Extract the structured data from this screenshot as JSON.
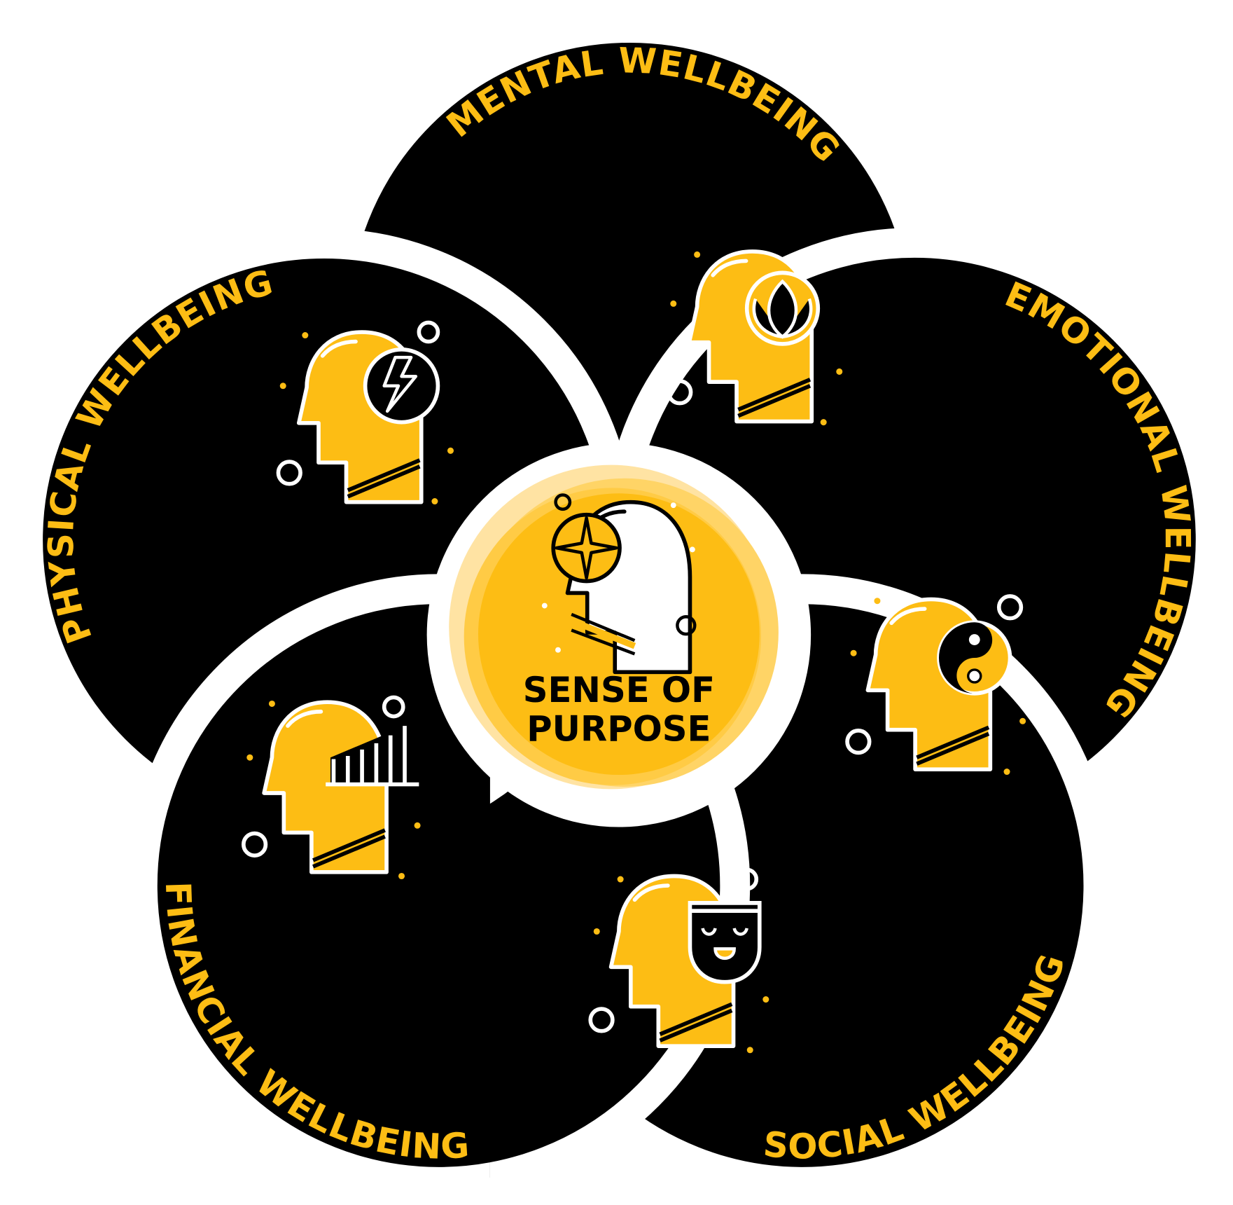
{
  "colors": {
    "accent": "#FDBD14",
    "petal": "#000000",
    "outline": "#FFFFFF",
    "accent_light": "#FFE3A3"
  },
  "petals": [
    {
      "id": "mental",
      "label": "MENTAL WELLBEING",
      "icon": "head-lotus-icon"
    },
    {
      "id": "emotional",
      "label": "EMOTIONAL WELLBEING",
      "icon": "head-yin-yang-icon"
    },
    {
      "id": "social",
      "label": "SOCIAL WELLBEING",
      "icon": "head-smiling-face-icon"
    },
    {
      "id": "financial",
      "label": "FINANCIAL WELLBEING",
      "icon": "head-bar-chart-icon"
    },
    {
      "id": "physical",
      "label": "PHYSICAL WELLBEING",
      "icon": "head-lightning-icon"
    }
  ],
  "center": {
    "line1": "SENSE OF",
    "line2": "PURPOSE",
    "icon": "head-compass-star-icon"
  }
}
